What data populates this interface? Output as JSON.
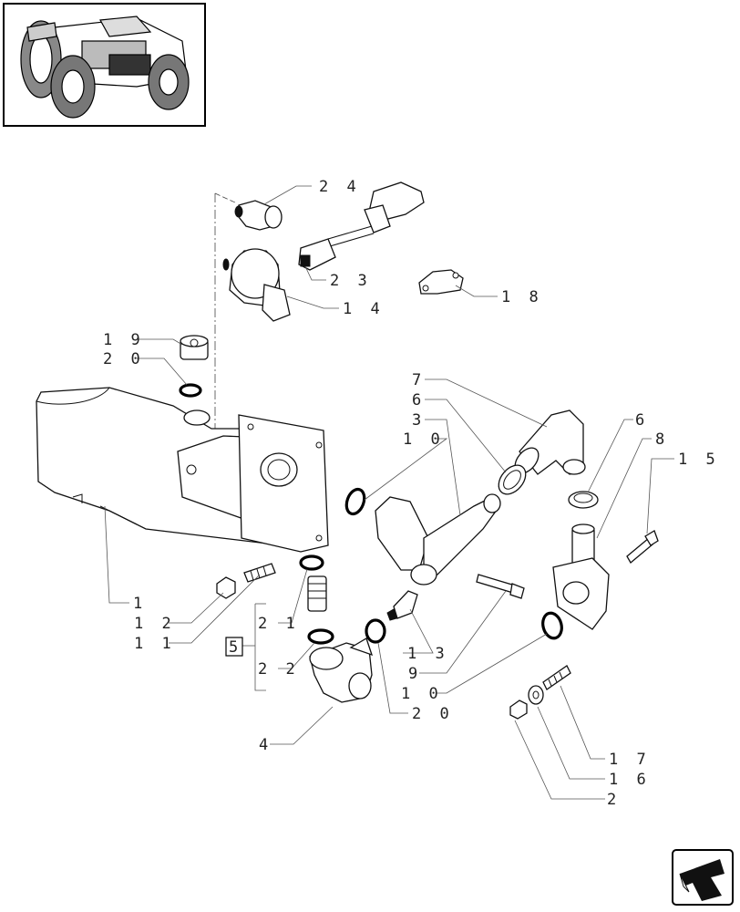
{
  "callouts": {
    "c24": "2 4",
    "c23": "2 3",
    "c14": "1 4",
    "c18": "1 8",
    "c19": "1 9",
    "c20a": "2 0",
    "c7": "7",
    "c6a": "6",
    "c3": "3",
    "c10a": "1 0",
    "c6b": "6",
    "c8": "8",
    "c15": "1 5",
    "c1": "1",
    "c12": "1 2",
    "c11": "1 1",
    "c21": "2 1",
    "c5": "5",
    "c22": "2 2",
    "c13": "1 3",
    "c9": "9",
    "c10b": "1 0",
    "c20b": "2 0",
    "c4": "4",
    "c17": "1 7",
    "c16": "1 6",
    "c2": "2"
  },
  "icons": {
    "thumbnail": "tractor-thumbnail-icon",
    "nav": "next-page-arrow-icon"
  }
}
